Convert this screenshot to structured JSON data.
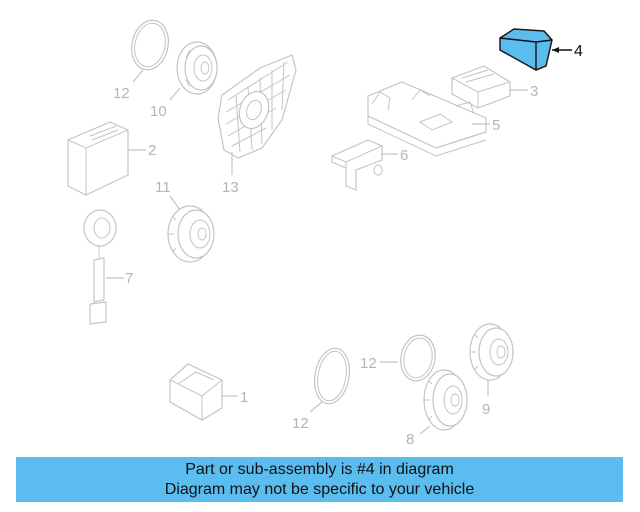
{
  "diagram": {
    "callouts": [
      "12",
      "10",
      "2",
      "11",
      "7",
      "13",
      "3",
      "5",
      "6",
      "1",
      "12",
      "12",
      "8",
      "9"
    ],
    "highlighted_callout": "4",
    "highlight_color": "#5bbcf0"
  },
  "banner": {
    "line1": "Part or sub-assembly is #4 in diagram",
    "line2": "Diagram may not be specific to your vehicle",
    "background": "#5bbcf0"
  }
}
